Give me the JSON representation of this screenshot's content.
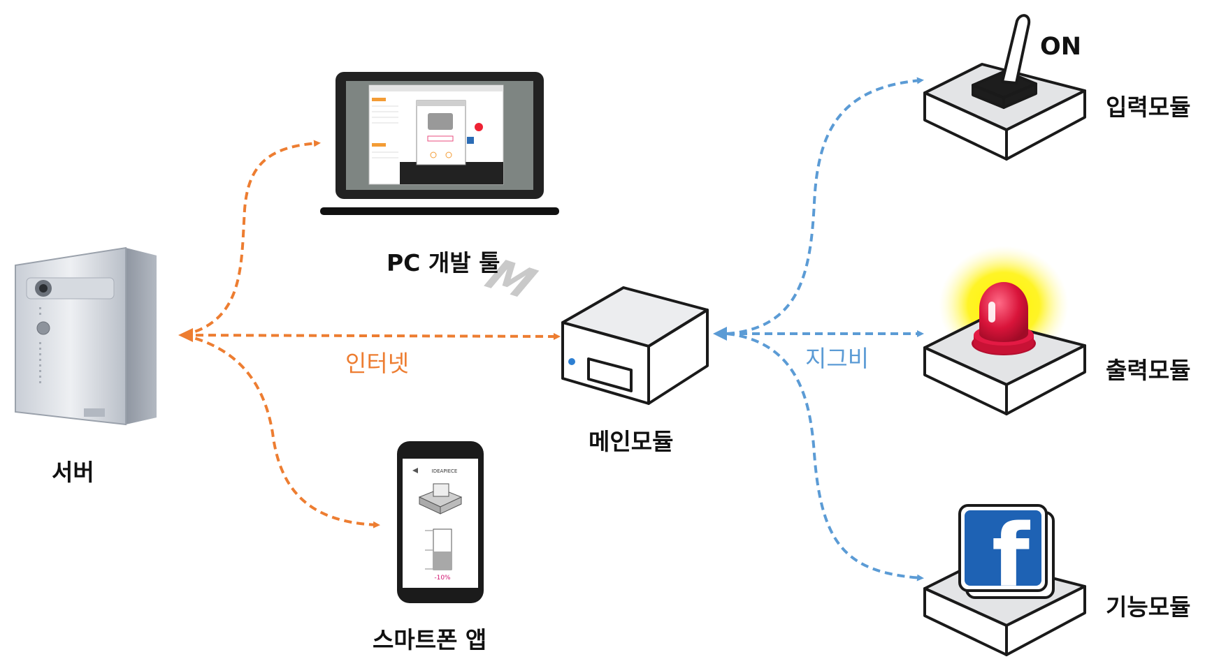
{
  "nodes": {
    "server": "서버",
    "pc_tool": "PC 개발 툴",
    "smartphone_app": "스마트폰 앱",
    "main_module": "메인모듈",
    "input_module": "입력모듈",
    "output_module": "출력모듈",
    "function_module": "기능모듈"
  },
  "edges": {
    "internet": "인터넷",
    "zigbee": "지그비"
  },
  "switch_text": "ON",
  "main_module_letter": "M",
  "phone_screen": {
    "title": "IDEAPIECE",
    "percent": "-10%"
  },
  "facebook_letter": "f",
  "colors": {
    "internet_orange": "#ED7D31",
    "zigbee_blue": "#5B9BD5",
    "alarm_red": "#D9143A",
    "glow_yellow": "#FFF200",
    "facebook_blue": "#1E62B4"
  }
}
